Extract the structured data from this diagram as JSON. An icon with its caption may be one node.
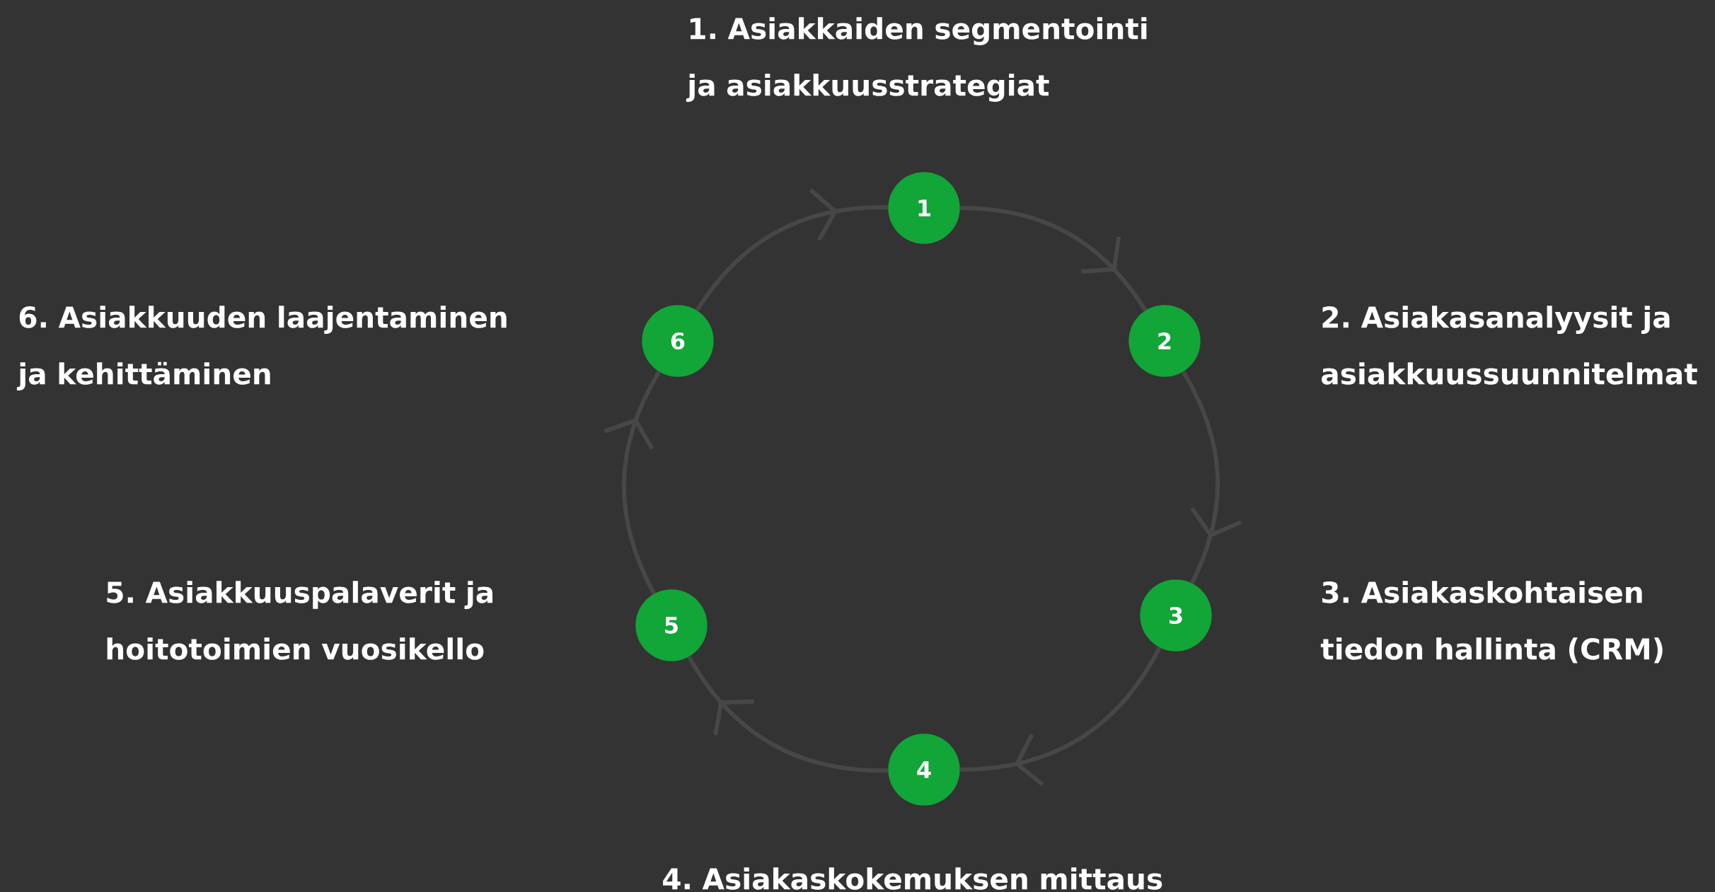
{
  "diagram": {
    "nodes": [
      {
        "text": [
          "1"
        ]
      },
      {
        "text": [
          "2"
        ]
      },
      {
        "text": [
          "3"
        ]
      },
      {
        "text": [
          "4"
        ]
      },
      {
        "text": [
          "5"
        ]
      },
      {
        "text": [
          "6"
        ]
      }
    ],
    "edges": [
      {
        "from": 0,
        "to": 1,
        "arrow": "to"
      },
      {
        "from": 1,
        "to": 2,
        "arrow": "to"
      },
      {
        "from": 2,
        "to": 3,
        "arrow": "to"
      },
      {
        "from": 3,
        "to": 4,
        "arrow": "to"
      },
      {
        "from": 4,
        "to": 5,
        "arrow": "to"
      },
      {
        "from": 5,
        "to": 0,
        "arrow": "to"
      }
    ],
    "labels": [
      "1. Asiakkaiden segmentointi ja asiakkuusstrategiat",
      "6. Asiakkuuden laajentaminen ja kehittäminen",
      "2. Asiakasanalyysit ja asiakkuussuunnitelmat",
      "5. Asiakkuuspalaverit ja hoitotoimien vuosikello",
      "3. Asiakaskohtaisen tiedon hallinta (CRM)",
      "4. Asiakaskokemuksen mittaus"
    ]
  }
}
